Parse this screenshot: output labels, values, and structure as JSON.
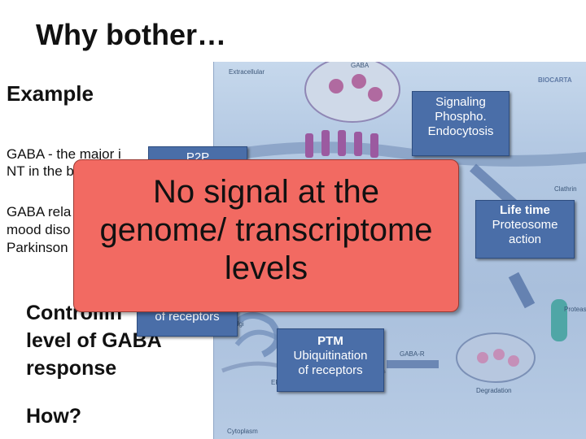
{
  "slide": {
    "title": "Why bother…",
    "example": "Example",
    "gaba_line1": "GABA - the major i",
    "gaba_line2": "NT in the b",
    "gaba_rel_line1": "GABA rela",
    "gaba_rel_line2": "mood diso",
    "gaba_rel_line3": "Parkinson",
    "controlling_line1": "Controllin",
    "controlling_line2": "level of GABA",
    "controlling_line3": "response",
    "how": "How?"
  },
  "boxes": {
    "signaling_line1": "Signaling",
    "signaling_line2": "Phospho.",
    "signaling_line3": "Endocytosis",
    "lifetime_line1": "Life time",
    "lifetime_line2": "Proteosome",
    "lifetime_line3": "action",
    "ptm_line1": "PTM",
    "ptm_line2": "Ubiquitination",
    "ptm_line3": "of receptors",
    "p2p_top": "P2P",
    "p2p_bottom": "of receptors"
  },
  "overlay": {
    "line1": "No signal at the",
    "line2": "genome/ transcriptome",
    "line3": "levels"
  },
  "diagram_labels": {
    "extracellular": "Extracellular",
    "gaba": "GABA",
    "brand": "BIOCARTA",
    "clathrin": "Clathrin",
    "proteasome": "Proteasome",
    "golgi": "Golgi",
    "er": "ER",
    "cytoplasm": "Cytoplasm",
    "degradation": "Degradation",
    "gaba_r": "GABA-R"
  },
  "colors": {
    "box_fill": "#4a6ea8",
    "overlay_fill": "#f26a62",
    "diagram_bg": "#b4c9e3"
  }
}
